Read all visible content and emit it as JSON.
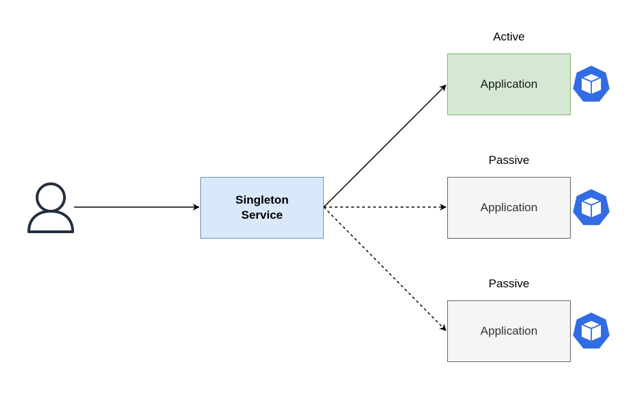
{
  "diagram": {
    "service": {
      "line1": "Singleton",
      "line2": "Service"
    },
    "applications": [
      {
        "state": "Active",
        "label": "Application"
      },
      {
        "state": "Passive",
        "label": "Application"
      },
      {
        "state": "Passive",
        "label": "Application"
      }
    ],
    "colors": {
      "service_fill": "#dae8fc",
      "service_stroke": "#6c8ebf",
      "active_fill": "#d5e8d4",
      "active_stroke": "#82b366",
      "passive_fill": "#f5f5f5",
      "passive_stroke": "#666666",
      "icon_blue": "#326ce5",
      "user_stroke": "#232f3e"
    },
    "icons": {
      "user": "user-icon",
      "application": "kubernetes-pod-icon"
    },
    "edges": [
      {
        "from": "user",
        "to": "service",
        "style": "solid"
      },
      {
        "from": "service",
        "to": "application-active",
        "style": "solid"
      },
      {
        "from": "service",
        "to": "application-passive-1",
        "style": "dashed"
      },
      {
        "from": "service",
        "to": "application-passive-2",
        "style": "dashed"
      }
    ]
  }
}
